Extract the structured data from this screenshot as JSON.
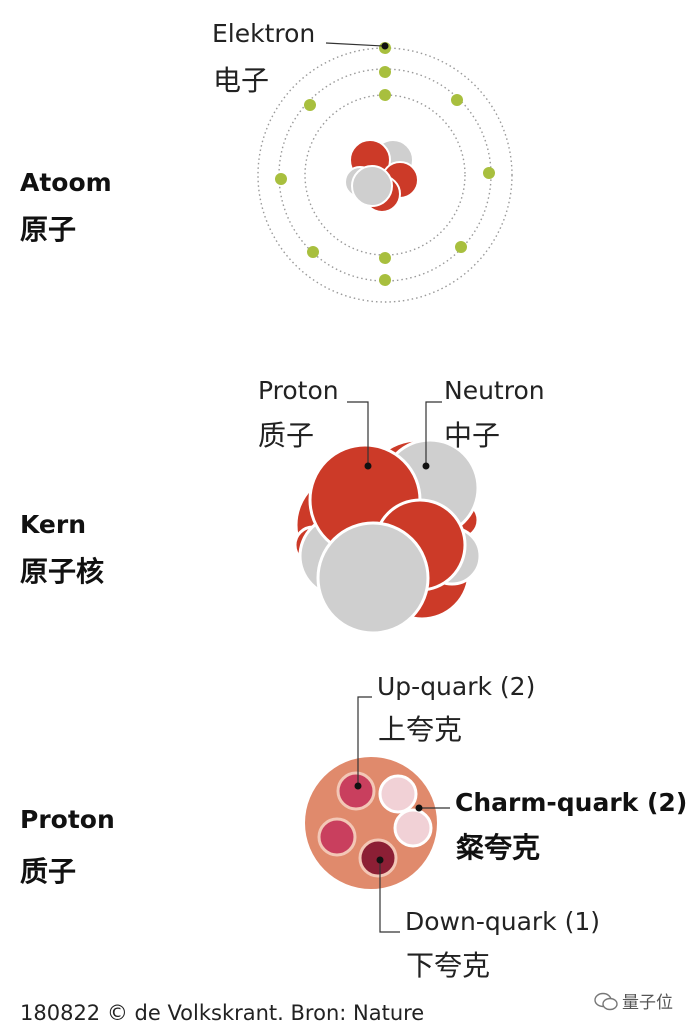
{
  "atom": {
    "label_en": "Atoom",
    "label_zh": "原子",
    "electron_en": "Elektron",
    "electron_zh": "电子"
  },
  "nucleus": {
    "label_en": "Kern",
    "label_zh": "原子核",
    "proton_en": "Proton",
    "proton_zh": "质子",
    "neutron_en": "Neutron",
    "neutron_zh": "中子"
  },
  "proton": {
    "label_en": "Proton",
    "label_zh": "质子",
    "up_en": "Up-quark (2)",
    "up_zh": "上夸克",
    "charm_en": "Charm-quark (2)",
    "charm_zh": "粲夸克",
    "down_en": "Down-quark (1)",
    "down_zh": "下夸克"
  },
  "footer": {
    "credit": "180822 © de Volkskrant. Bron: Nature",
    "watermark": "量子位"
  },
  "colors": {
    "proton_red": "#cc3a28",
    "neutron_gray": "#cfcfcf",
    "electron_green": "#a8bf3e",
    "proton_disc": "#e08a6c",
    "up_quark": "#c93f5e",
    "charm_quark": "#f1d1d6",
    "down_quark": "#8c1f35"
  }
}
